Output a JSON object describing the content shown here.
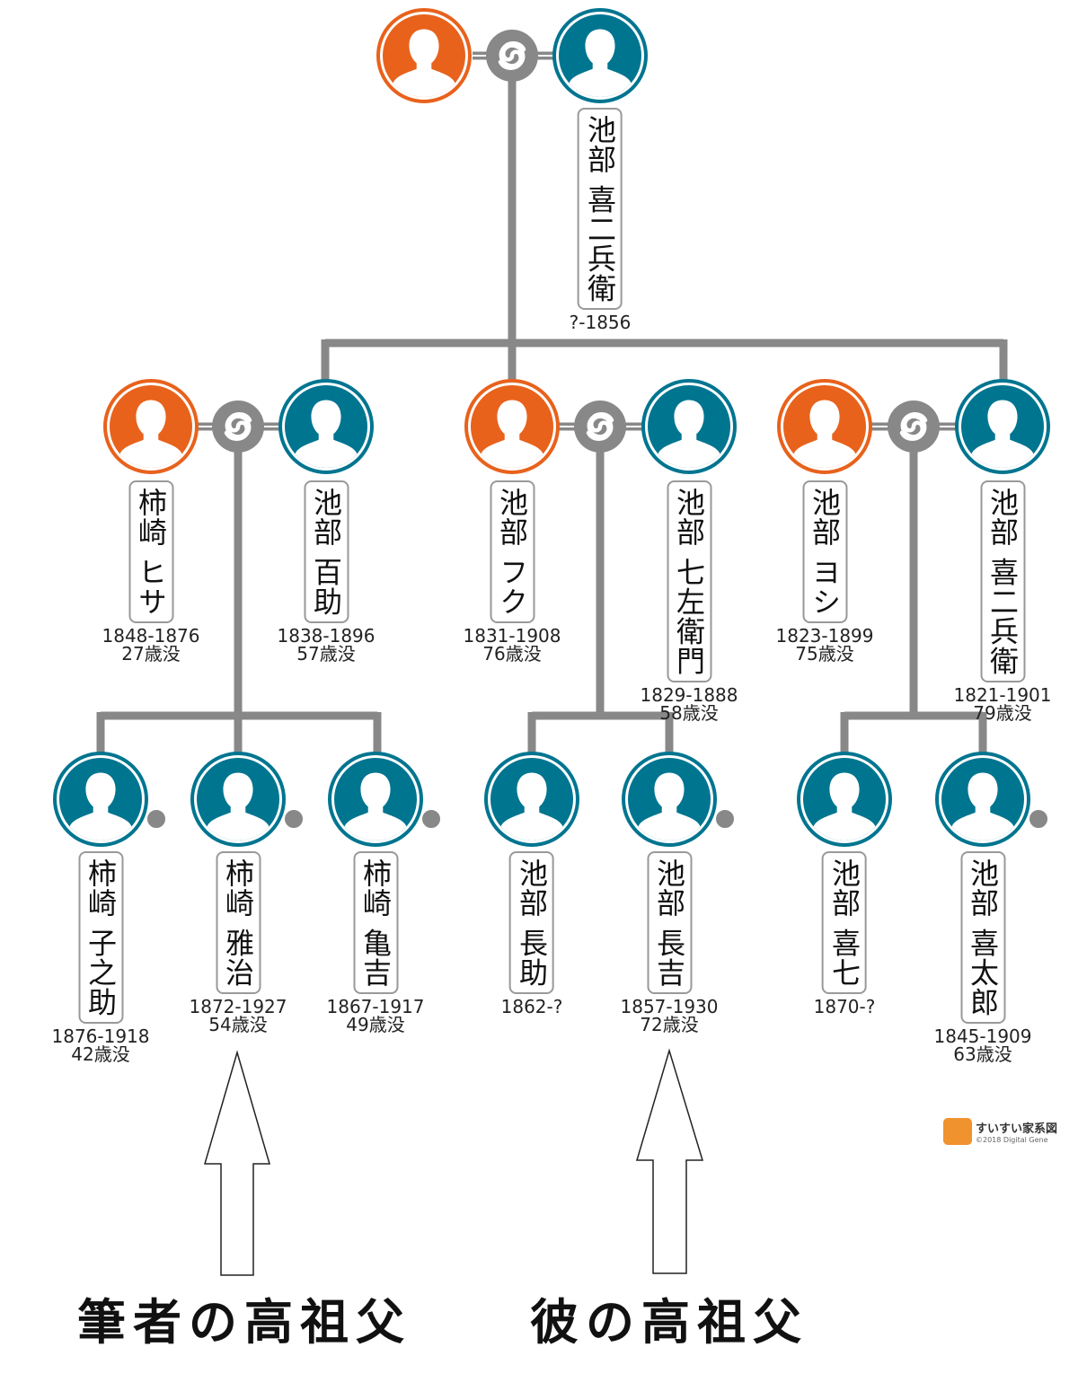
{
  "people": [
    {
      "name": "",
      "dates": "",
      "age": "",
      "gender": "female"
    },
    {
      "name": "池部 喜二兵衛",
      "dates": "?-1856",
      "age": "",
      "gender": "male"
    },
    {
      "name": "柿崎 ヒサ",
      "dates": "1848-1876",
      "age": "27歳没",
      "gender": "female"
    },
    {
      "name": "池部 百助",
      "dates": "1838-1896",
      "age": "57歳没",
      "gender": "male"
    },
    {
      "name": "池部 フク",
      "dates": "1831-1908",
      "age": "76歳没",
      "gender": "female"
    },
    {
      "name": "池部 七左衛門",
      "dates": "1829-1888",
      "age": "58歳没",
      "gender": "male"
    },
    {
      "name": "池部 ヨシ",
      "dates": "1823-1899",
      "age": "75歳没",
      "gender": "female"
    },
    {
      "name": "池部 喜二兵衛",
      "dates": "1821-1901",
      "age": "79歳没",
      "gender": "male"
    },
    {
      "name": "柿崎 子之助",
      "dates": "1876-1918",
      "age": "42歳没",
      "gender": "male"
    },
    {
      "name": "柿崎 雅治",
      "dates": "1872-1927",
      "age": "54歳没",
      "gender": "male"
    },
    {
      "name": "柿崎 亀吉",
      "dates": "1867-1917",
      "age": "49歳没",
      "gender": "male"
    },
    {
      "name": "池部 長助",
      "dates": "1862-?",
      "age": "",
      "gender": "male"
    },
    {
      "name": "池部 長吉",
      "dates": "1857-1930",
      "age": "72歳没",
      "gender": "male"
    },
    {
      "name": "池部 喜七",
      "dates": "1870-?",
      "age": "",
      "gender": "male"
    },
    {
      "name": "池部 喜太郎",
      "dates": "1845-1909",
      "age": "63歳没",
      "gender": "male"
    }
  ],
  "captions": {
    "left": "筆者の高祖父",
    "right": "彼の高祖父"
  },
  "watermark": {
    "title": "すいすい家系図",
    "copyright": "©2018 Digital Gene"
  },
  "colors": {
    "female": "#e8621c",
    "male": "#007590",
    "line": "#888888"
  }
}
